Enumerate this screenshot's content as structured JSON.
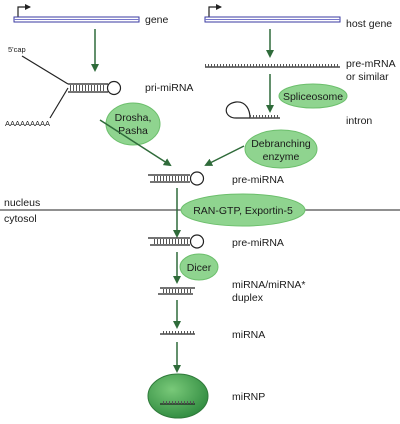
{
  "labels": {
    "gene": "gene",
    "host_gene": "host gene",
    "five_cap": "5'cap",
    "pri_mirna": "pri-miRNA",
    "poly_a": "AAAAAAAAA",
    "pre_mrna_line1": "pre-mRNA",
    "pre_mrna_line2": "or similar",
    "intron": "intron",
    "pre_mirna_1": "pre-miRNA",
    "nucleus": "nucleus",
    "cytosol": "cytosol",
    "pre_mirna_2": "pre-miRNA",
    "duplex_line1": "miRNA/miRNA*",
    "duplex_line2": "duplex",
    "mirna": "miRNA",
    "mirnp": "miRNP"
  },
  "enzymes": {
    "drosha_line1": "Drosha,",
    "drosha_line2": "Pasha",
    "spliceosome": "Spliceosome",
    "debranching_line1": "Debranching",
    "debranching_line2": "enzyme",
    "ran_exportin": "RAN-GTP, Exportin-5",
    "dicer": "Dicer"
  },
  "colors": {
    "enzyme_fill": "#8fd48f",
    "enzyme_stroke": "#6cbf6c",
    "arrow": "#2f6b3a",
    "gene_line": "#3a3aa0",
    "strand": "#222222",
    "mirnp_fill": "#3f9a4f"
  }
}
